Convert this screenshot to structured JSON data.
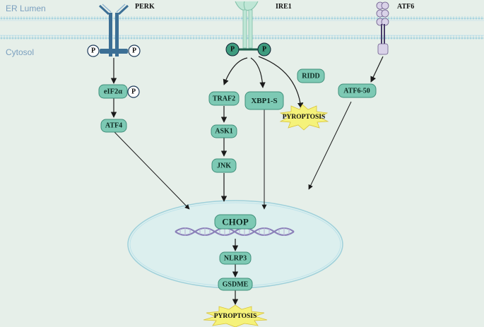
{
  "regions": {
    "lumen": "ER Lumen",
    "cytosol": "Cytosol"
  },
  "receptors": {
    "perk": "PERK",
    "ire1": "IRE1",
    "atf6": "ATF6"
  },
  "phospho": "P",
  "nodes": {
    "eif2a": "eIF2α",
    "atf4": "ATF4",
    "traf2": "TRAF2",
    "ask1": "ASK1",
    "jnk": "JNK",
    "xbp1s": "XBP1-S",
    "ridd": "RIDD",
    "atf650": "ATF6-50",
    "chop": "CHOP",
    "nlrp3": "NLRP3",
    "gsdme": "GSDME"
  },
  "outcomes": {
    "pyroptosis_top": "PYROPTOSIS",
    "pyroptosis_bottom": "PYROPTOSIS"
  },
  "colors": {
    "background": "#e6efe9",
    "node_fill": "#7dc9b4",
    "membrane": "#b9dde6",
    "nucleus_fill": "#dcefee",
    "burst": "#f5f27a",
    "perk_receptor": "#3c6f95",
    "ire1_receptor": "#bfe6d6",
    "atf6_receptor": "#d9d2e8"
  }
}
